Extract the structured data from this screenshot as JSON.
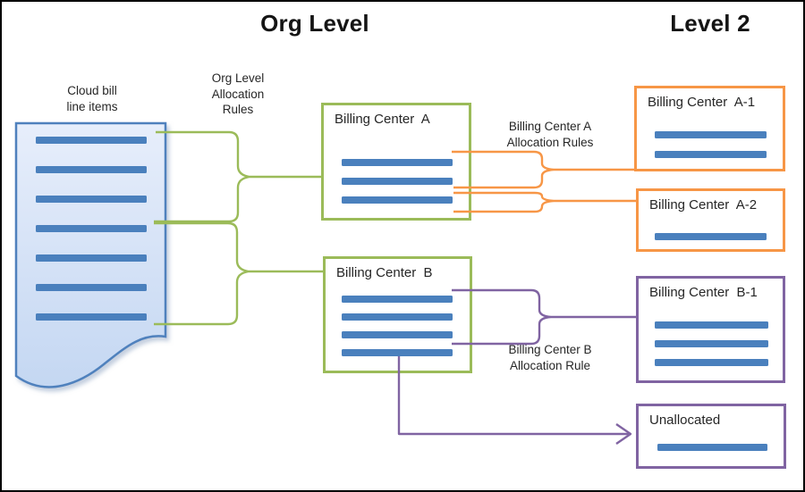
{
  "titles": {
    "org_level": "Org Level",
    "level_2": "Level 2"
  },
  "labels": {
    "cloud_bill": "Cloud bill\nline items",
    "org_rules": "Org Level\nAllocation\nRules",
    "bca_rules": "Billing Center A\nAllocation Rules",
    "bcb_rule": "Billing Center B\nAllocation Rule"
  },
  "document": {
    "bars": 7
  },
  "boxes": {
    "bca": {
      "title": "Billing Center  A",
      "bars": 3
    },
    "bcb": {
      "title": "Billing Center  B",
      "bars": 4
    },
    "bca1": {
      "title": "Billing Center  A-1",
      "bars": 2
    },
    "bca2": {
      "title": "Billing Center  A-2",
      "bars": 1
    },
    "bcb1": {
      "title": "Billing Center  B-1",
      "bars": 3
    },
    "unallocated": {
      "title": "Unallocated",
      "bars": 1
    }
  },
  "colors": {
    "green": "#9bbb59",
    "orange": "#f79646",
    "purple": "#8064a2",
    "bar": "#4a80bd",
    "doc_border": "#4f81bd",
    "doc_fill_top": "#e7eefb",
    "doc_fill_bottom": "#c4d7f2",
    "text": "#262626"
  }
}
